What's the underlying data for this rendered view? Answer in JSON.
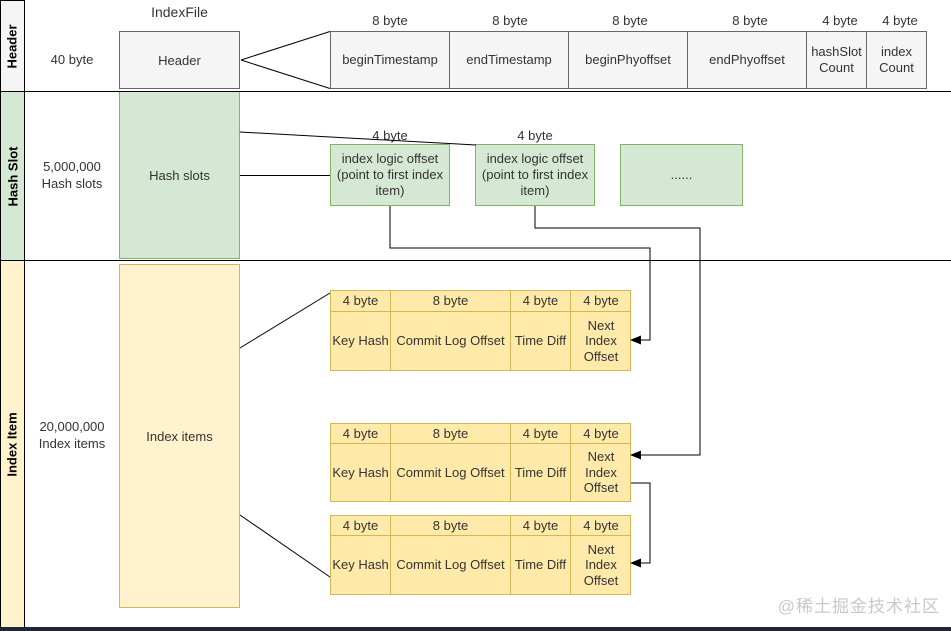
{
  "title": "IndexFile",
  "watermark": "@稀土掘金技术社区",
  "bands": [
    {
      "label": "Header",
      "size": "40 byte",
      "box": "Header"
    },
    {
      "label": "Hash Slot",
      "size": "5,000,000\nHash slots",
      "box": "Hash slots"
    },
    {
      "label": "Index Item",
      "size": "20,000,000\nIndex items",
      "box": "Index items"
    }
  ],
  "header_fields": [
    {
      "size": "8 byte",
      "name": "beginTimestamp"
    },
    {
      "size": "8 byte",
      "name": "endTimestamp"
    },
    {
      "size": "8 byte",
      "name": "beginPhyoffset"
    },
    {
      "size": "8 byte",
      "name": "endPhyoffset"
    },
    {
      "size": "4 byte",
      "name": "hashSlot Count"
    },
    {
      "size": "4 byte",
      "name": "index Count"
    }
  ],
  "hash_slots": [
    {
      "size": "4 byte",
      "text": "index logic offset (point to first index item)"
    },
    {
      "size": "4 byte",
      "text": "index logic offset (point to first index item)"
    },
    {
      "size": "",
      "text": "......"
    }
  ],
  "index_item_fields": [
    {
      "size": "4 byte",
      "name": "Key Hash"
    },
    {
      "size": "8 byte",
      "name": "Commit Log Offset"
    },
    {
      "size": "4 byte",
      "name": "Time Diff"
    },
    {
      "size": "4 byte",
      "name": "Next Index Offset"
    }
  ],
  "colors": {
    "gray_fill": "#f5f5f5",
    "gray_border": "#666666",
    "green_fill": "#d5e8d4",
    "green_border": "#82b366",
    "yellow_light_fill": "#fff2cc",
    "yellow_table_fill": "#ffeaa9",
    "yellow_border": "#d6b656",
    "line": "#000000",
    "footer_bar": "#1f2736",
    "watermark_text": "#c9c9c9"
  }
}
